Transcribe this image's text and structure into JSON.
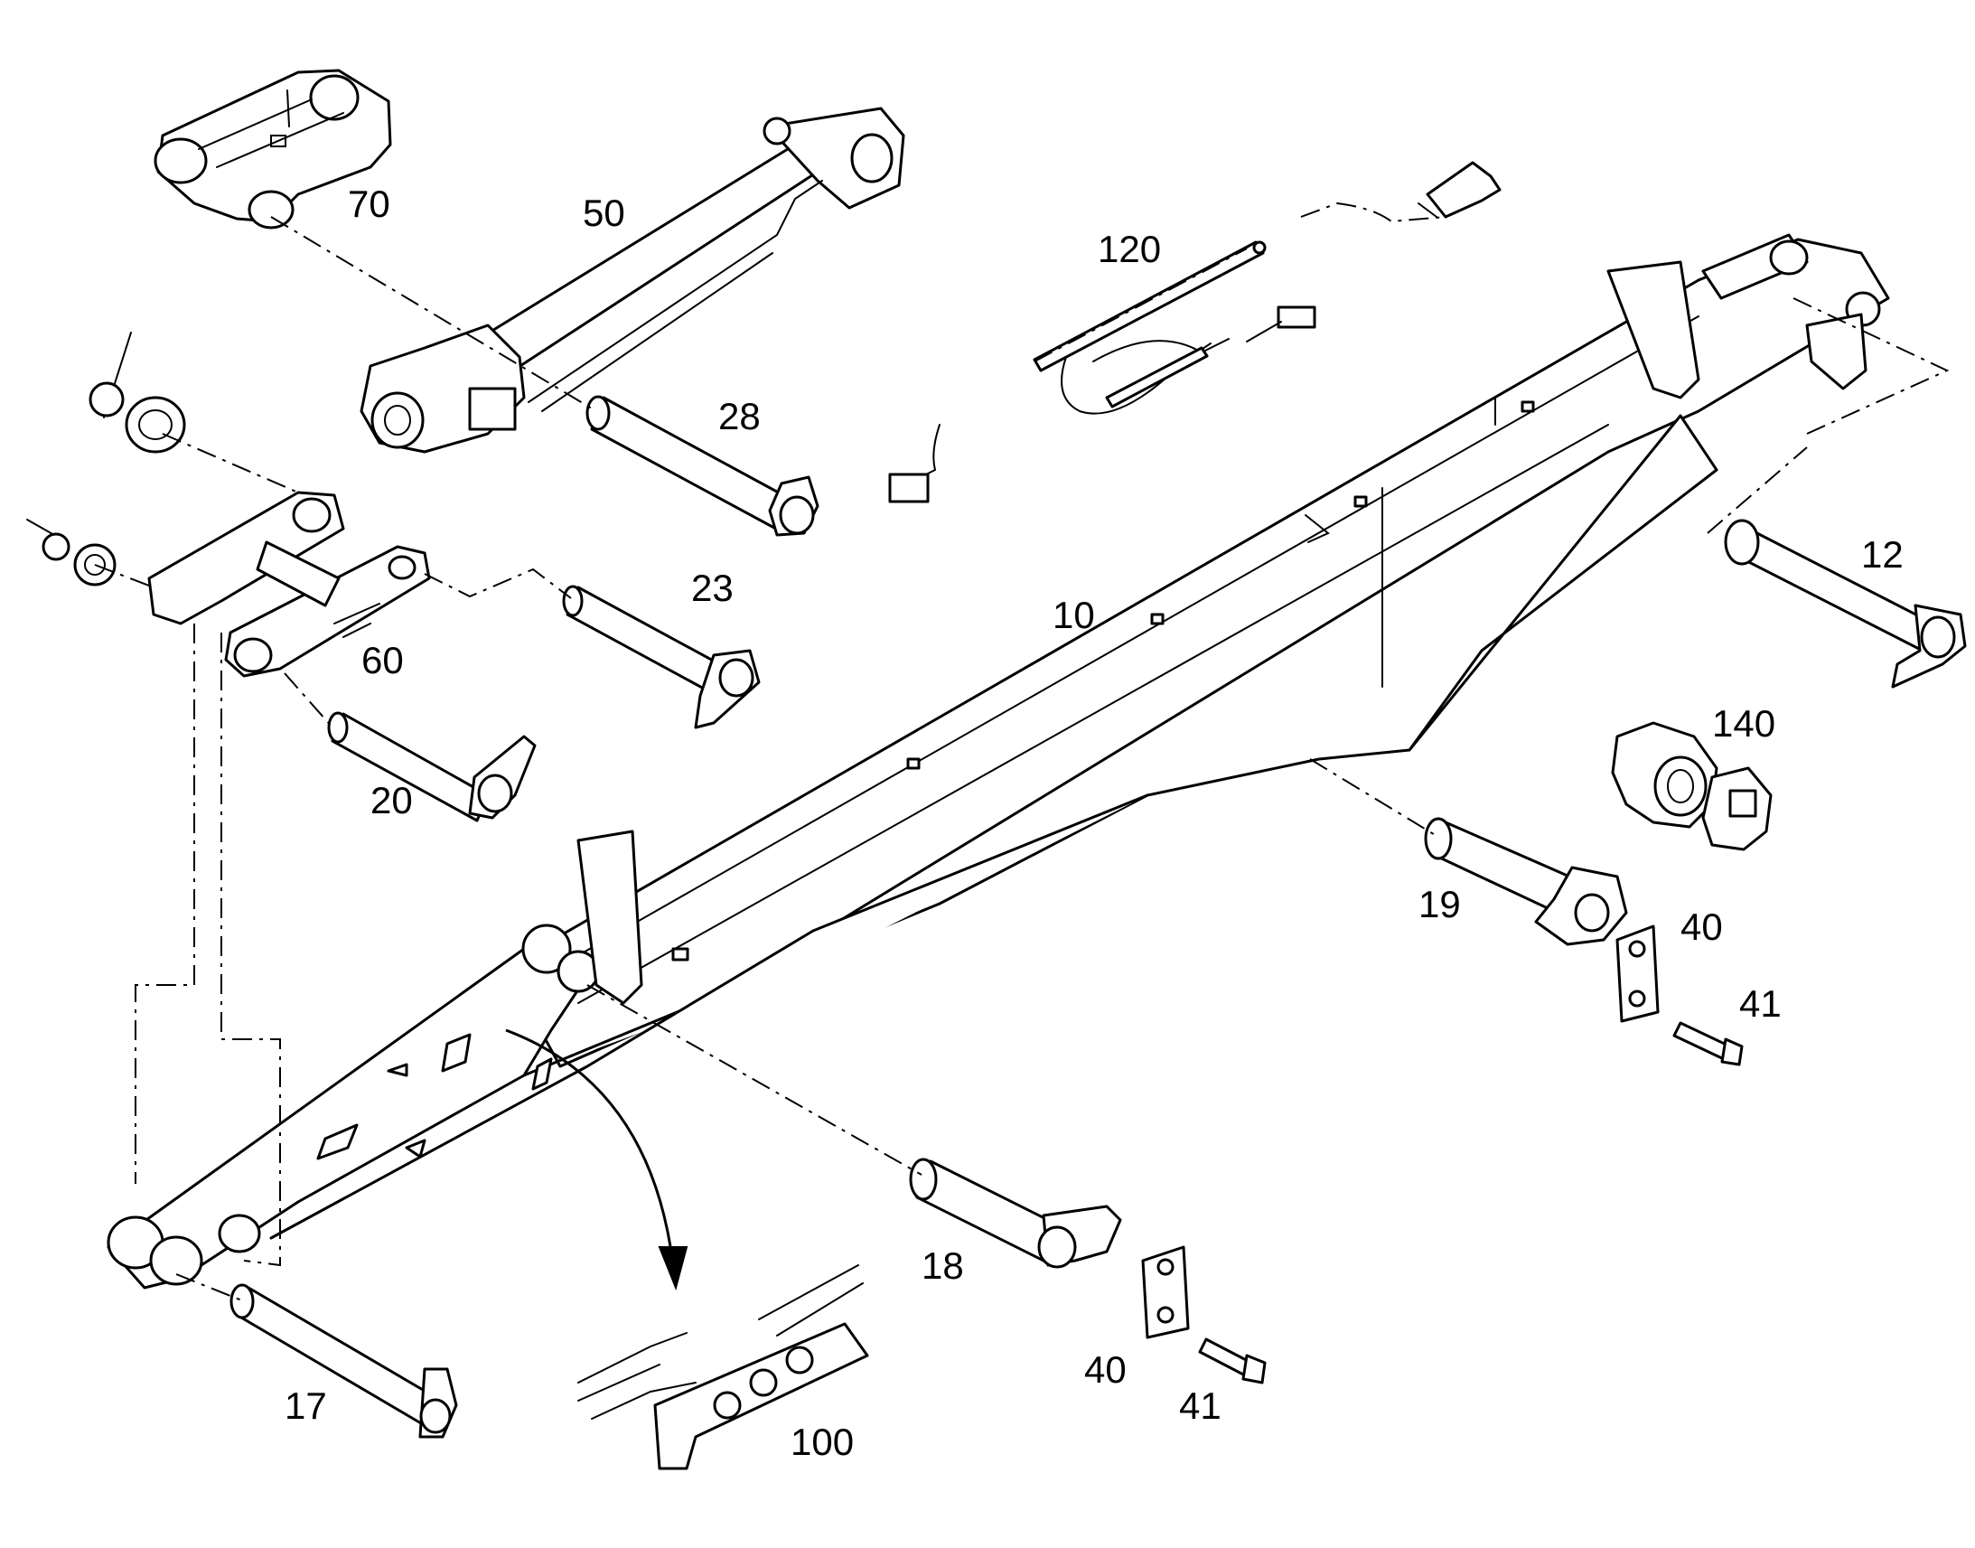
{
  "callouts": {
    "c10": "10",
    "c12": "12",
    "c17": "17",
    "c18": "18",
    "c19": "19",
    "c20": "20",
    "c23": "23",
    "c28": "28",
    "c40a": "40",
    "c40b": "40",
    "c41a": "41",
    "c41b": "41",
    "c50": "50",
    "c60": "60",
    "c70": "70",
    "c100": "100",
    "c120": "120",
    "c140": "140"
  },
  "colors": {
    "line": "#000000",
    "background": "#ffffff"
  }
}
